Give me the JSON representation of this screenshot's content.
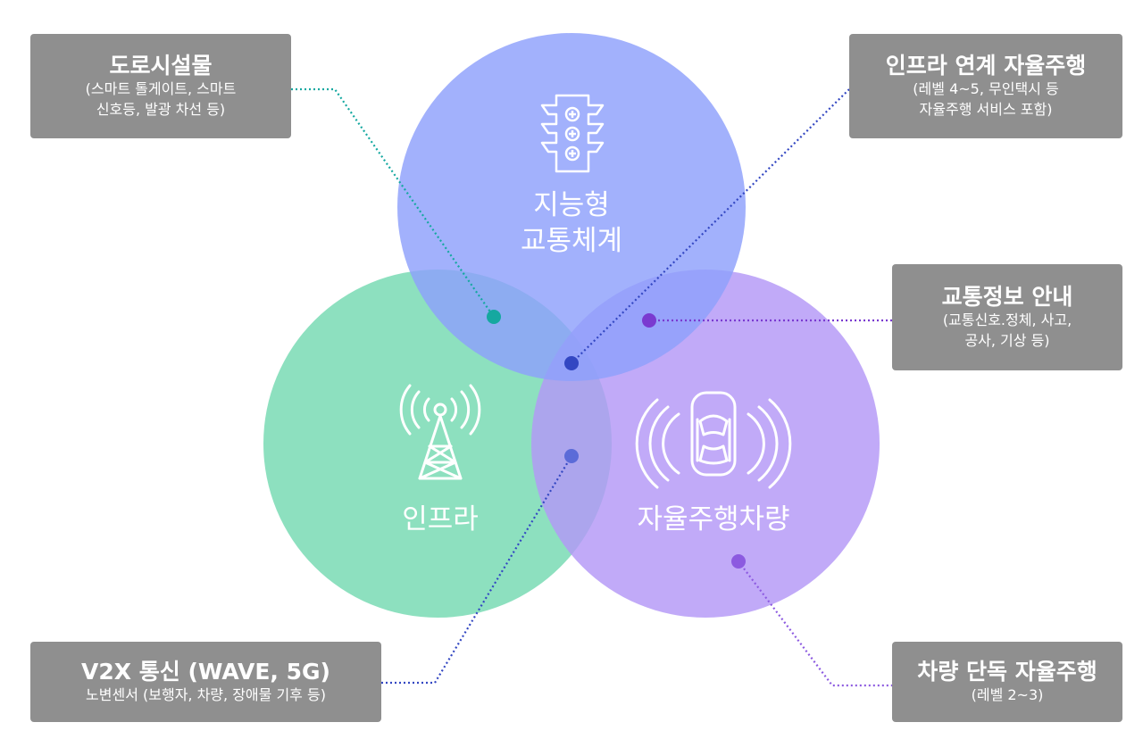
{
  "circles": {
    "top": {
      "label_line1": "지능형",
      "label_line2": "교통체계",
      "color": "#8ea0fb"
    },
    "left": {
      "label": "인프라",
      "color": "#7ddcb6"
    },
    "right": {
      "label": "자율주행차량",
      "color": "#b397f6"
    }
  },
  "colors": {
    "box_bg": "#8f8f8f",
    "dot_teal": "#15a8a0",
    "dot_navy": "#3347c2",
    "dot_purple": "#7a3ad0",
    "dot_blue": "#5b6bd8",
    "dot_violet": "#8c5ae0"
  },
  "boxes": {
    "road_facilities": {
      "title": "도로시설물",
      "sub1": "(스마트 톨게이트, 스마트",
      "sub2": "신호등, 발광 차선 등)"
    },
    "infra_autonomous": {
      "title": "인프라 연계 자율주행",
      "sub1": "(레벨 4~5, 무인택시 등",
      "sub2": "자율주행 서비스 포함)"
    },
    "traffic_info": {
      "title": "교통정보 안내",
      "sub1": "(교통신호.정체, 사고,",
      "sub2": "공사, 기상 등)"
    },
    "v2x": {
      "title": "V2X 통신 (WAVE, 5G)",
      "sub1": "노변센서 (보행자, 차량, 장애물 기후 등)"
    },
    "vehicle_autonomous": {
      "title": "차량 단독 자율주행",
      "sub1": "(레벨 2~3)"
    }
  },
  "icons": {
    "top": "traffic-light-icon",
    "left": "antenna-tower-icon",
    "right": "car-signal-icon"
  }
}
